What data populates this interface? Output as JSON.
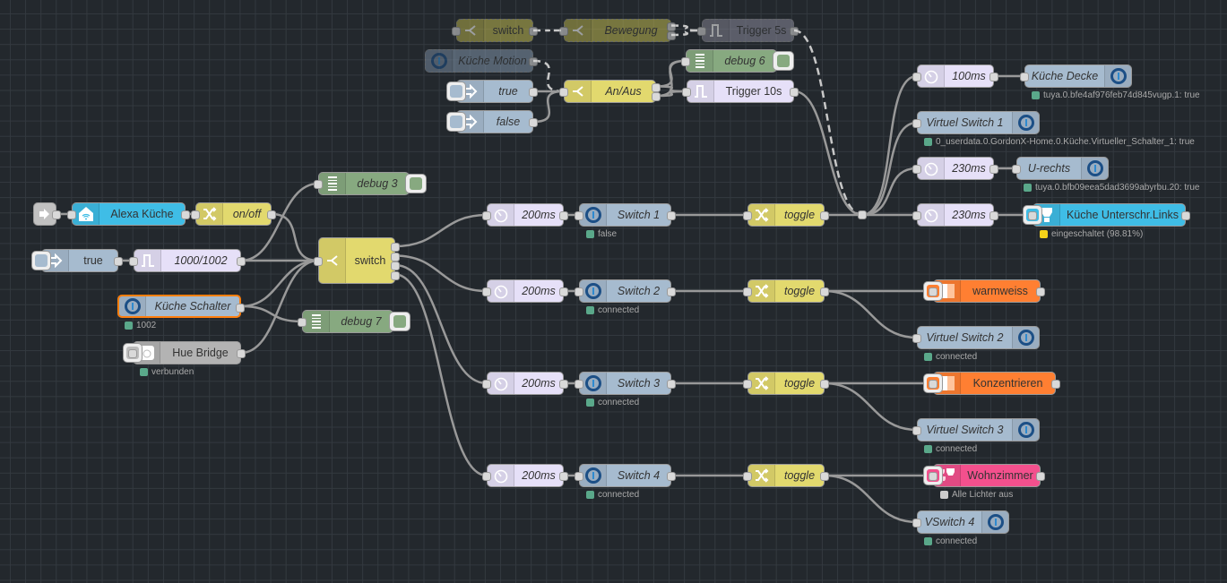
{
  "colors": {
    "canvas": "#23282d",
    "wire": "#999999",
    "function_yellow": "#e2d96e",
    "switch_olive": "#bdb64f",
    "inject_blue": "#a6bbcf",
    "trigger_lavender": "#e6e0f8",
    "debug_green": "#87a980",
    "alexa_cyan": "#3fbde6",
    "hue_orange": "#ff7f32",
    "hue_pink": "#f3508d",
    "hue_bridge_grey": "#b3b3b3",
    "status_green": "#5aa88a",
    "status_yellow": "#f5d219",
    "status_grey": "#cccccc"
  },
  "nodes": [
    {
      "id": "n_switch_top",
      "label": "switch",
      "type": "switch",
      "icon": "switch-icon",
      "disabled": true,
      "italic": false
    },
    {
      "id": "n_bewegung",
      "label": "Bewegung",
      "type": "switch",
      "icon": "switch-icon",
      "disabled": true,
      "italic": true
    },
    {
      "id": "n_trigger5",
      "label": "Trigger 5s",
      "type": "trigger",
      "icon": "trigger-icon",
      "disabled": true,
      "italic": false
    },
    {
      "id": "n_kueche_motion",
      "label": "Küche Motion",
      "type": "iobroker-in",
      "icon": "iobroker-icon",
      "disabled": true,
      "italic": true
    },
    {
      "id": "n_debug6",
      "label": "debug 6",
      "type": "debug",
      "icon": "debug-icon",
      "italic": true
    },
    {
      "id": "n_true_top",
      "label": "true",
      "type": "inject",
      "icon": "inject-icon",
      "italic": true
    },
    {
      "id": "n_anaus",
      "label": "An/Aus",
      "type": "switch",
      "icon": "switch-icon",
      "italic": true
    },
    {
      "id": "n_trigger10",
      "label": "Trigger 10s",
      "type": "trigger",
      "icon": "trigger-icon",
      "italic": false
    },
    {
      "id": "n_false_top",
      "label": "false",
      "type": "inject",
      "icon": "inject-icon",
      "italic": true
    },
    {
      "id": "n_debug3",
      "label": "debug 3",
      "type": "debug",
      "icon": "debug-icon",
      "italic": true
    },
    {
      "id": "n_alexa_btn",
      "label": "",
      "type": "alexa-in",
      "icon": "alexa-arrow-icon"
    },
    {
      "id": "n_alexa",
      "label": "Alexa Küche",
      "type": "alexa",
      "icon": "alexa-home-icon",
      "italic": false
    },
    {
      "id": "n_onoff",
      "label": "on/off",
      "type": "change",
      "icon": "shuffle-icon",
      "italic": true
    },
    {
      "id": "n_true_left",
      "label": "true",
      "type": "inject",
      "icon": "inject-icon",
      "italic": false
    },
    {
      "id": "n_1000",
      "label": "1000/1002",
      "type": "trigger",
      "icon": "trigger-icon",
      "italic": true
    },
    {
      "id": "n_switch_main",
      "label": "switch",
      "type": "switch",
      "icon": "switch-icon",
      "italic": false
    },
    {
      "id": "n_kueche_schalter",
      "label": "Küche Schalter",
      "type": "iobroker-in",
      "icon": "iobroker-icon",
      "italic": true,
      "selected": true,
      "status": {
        "text": "1002",
        "color": "#5aa88a"
      }
    },
    {
      "id": "n_debug7",
      "label": "debug 7",
      "type": "debug",
      "icon": "debug-icon",
      "italic": true
    },
    {
      "id": "n_hue_bridge",
      "label": "Hue Bridge",
      "type": "hue-bridge",
      "icon": "hue-bridge-icon",
      "italic": false,
      "status": {
        "text": "verbunden",
        "color": "#5aa88a"
      }
    },
    {
      "id": "n_d1",
      "label": "200ms",
      "type": "delay",
      "icon": "timer-icon",
      "italic": true
    },
    {
      "id": "n_s1",
      "label": "Switch 1",
      "type": "iobroker-in",
      "icon": "iobroker-icon",
      "italic": true,
      "status": {
        "text": "false",
        "color": "#5aa88a"
      }
    },
    {
      "id": "n_t1",
      "label": "toggle",
      "type": "change",
      "icon": "shuffle-icon",
      "italic": true
    },
    {
      "id": "n_d2",
      "label": "200ms",
      "type": "delay",
      "icon": "timer-icon",
      "italic": true
    },
    {
      "id": "n_s2",
      "label": "Switch 2",
      "type": "iobroker-in",
      "icon": "iobroker-icon",
      "italic": true,
      "status": {
        "text": "connected",
        "color": "#5aa88a"
      }
    },
    {
      "id": "n_t2",
      "label": "toggle",
      "type": "change",
      "icon": "shuffle-icon",
      "italic": true
    },
    {
      "id": "n_d3",
      "label": "200ms",
      "type": "delay",
      "icon": "timer-icon",
      "italic": true
    },
    {
      "id": "n_s3",
      "label": "Switch 3",
      "type": "iobroker-in",
      "icon": "iobroker-icon",
      "italic": true,
      "status": {
        "text": "connected",
        "color": "#5aa88a"
      }
    },
    {
      "id": "n_t3",
      "label": "toggle",
      "type": "change",
      "icon": "shuffle-icon",
      "italic": true
    },
    {
      "id": "n_d4",
      "label": "200ms",
      "type": "delay",
      "icon": "timer-icon",
      "italic": true
    },
    {
      "id": "n_s4",
      "label": "Switch 4",
      "type": "iobroker-in",
      "icon": "iobroker-icon",
      "italic": true,
      "status": {
        "text": "connected",
        "color": "#5aa88a"
      }
    },
    {
      "id": "n_t4",
      "label": "toggle",
      "type": "change",
      "icon": "shuffle-icon",
      "italic": true
    },
    {
      "id": "n_d100",
      "label": "100ms",
      "type": "delay",
      "icon": "timer-icon",
      "italic": true
    },
    {
      "id": "n_kueche_decke",
      "label": "Küche Decke",
      "type": "iobroker-out",
      "icon": "iobroker-icon",
      "italic": true,
      "status": {
        "text": "tuya.0.bfe4af976feb74d845vugp.1: true",
        "color": "#5aa88a"
      }
    },
    {
      "id": "n_vs1",
      "label": "Virtuel Switch 1",
      "type": "iobroker-out",
      "icon": "iobroker-icon",
      "italic": true,
      "status": {
        "text": "0_userdata.0.GordonX-Home.0.Küche.Virtueller_Schalter_1: true",
        "color": "#5aa88a"
      }
    },
    {
      "id": "n_d230a",
      "label": "230ms",
      "type": "delay",
      "icon": "timer-icon",
      "italic": true
    },
    {
      "id": "n_urechts",
      "label": "U-rechts",
      "type": "iobroker-out",
      "icon": "iobroker-icon",
      "italic": true,
      "status": {
        "text": "tuya.0.bfb09eea5dad3699abyrbu.20: true",
        "color": "#5aa88a"
      }
    },
    {
      "id": "n_d230b",
      "label": "230ms",
      "type": "delay",
      "icon": "timer-icon",
      "italic": true
    },
    {
      "id": "n_kueche_unterschr",
      "label": "Küche Unterschr.Links",
      "type": "hue-light",
      "icon": "hue-bulb-icon",
      "italic": false,
      "status": {
        "text": "eingeschaltet (98.81%)",
        "color": "#f5d219"
      }
    },
    {
      "id": "n_warmweiss",
      "label": "warmweiss",
      "type": "hue-scene",
      "icon": "hue-scene-icon",
      "italic": false
    },
    {
      "id": "n_vs2",
      "label": "Virtuel Switch 2",
      "type": "iobroker-out",
      "icon": "iobroker-icon",
      "italic": true,
      "status": {
        "text": "connected",
        "color": "#5aa88a"
      }
    },
    {
      "id": "n_konzentrieren",
      "label": "Konzentrieren",
      "type": "hue-scene",
      "icon": "hue-scene-icon",
      "italic": false
    },
    {
      "id": "n_vs3",
      "label": "Virtuel Switch 3",
      "type": "iobroker-out",
      "icon": "iobroker-icon",
      "italic": true,
      "status": {
        "text": "connected",
        "color": "#5aa88a"
      }
    },
    {
      "id": "n_wohnzimmer",
      "label": "Wohnzimmer",
      "type": "hue-group",
      "icon": "hue-group-icon",
      "italic": false,
      "status": {
        "text": "Alle Lichter aus",
        "color": "#cccccc"
      }
    },
    {
      "id": "n_vswitch4",
      "label": "VSwitch 4",
      "type": "iobroker-out",
      "icon": "iobroker-icon",
      "italic": true,
      "status": {
        "text": "connected",
        "color": "#5aa88a"
      }
    }
  ]
}
